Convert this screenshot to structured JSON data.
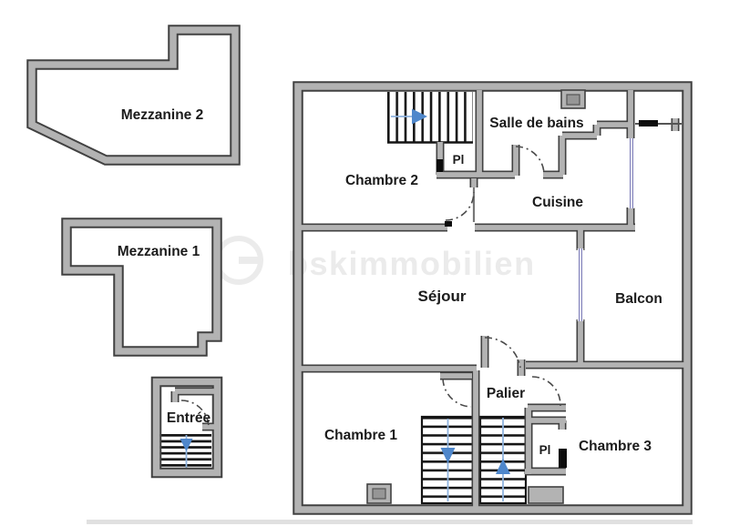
{
  "watermark": {
    "text": "bskimmobilien"
  },
  "labels": {
    "mezzanine2": "Mezzanine 2",
    "mezzanine1": "Mezzanine 1",
    "entree": "Entrée",
    "chambre2": "Chambre 2",
    "salle_de_bains": "Salle de bains",
    "cuisine": "Cuisine",
    "sejour": "Séjour",
    "balcon": "Balcon",
    "palier": "Palier",
    "chambre1": "Chambre 1",
    "chambre3": "Chambre 3",
    "closet_upper": "Pl",
    "closet_lower": "Pl"
  },
  "colors": {
    "wall_fill": "#b3b3b3",
    "wall_edge": "#414141",
    "stair_tread": "#151515",
    "arrow_blue": "#4f87cb",
    "window_blue": "#8080ba",
    "label_text": "#1b1b1b",
    "watermark_gray": "#ebebeb"
  }
}
